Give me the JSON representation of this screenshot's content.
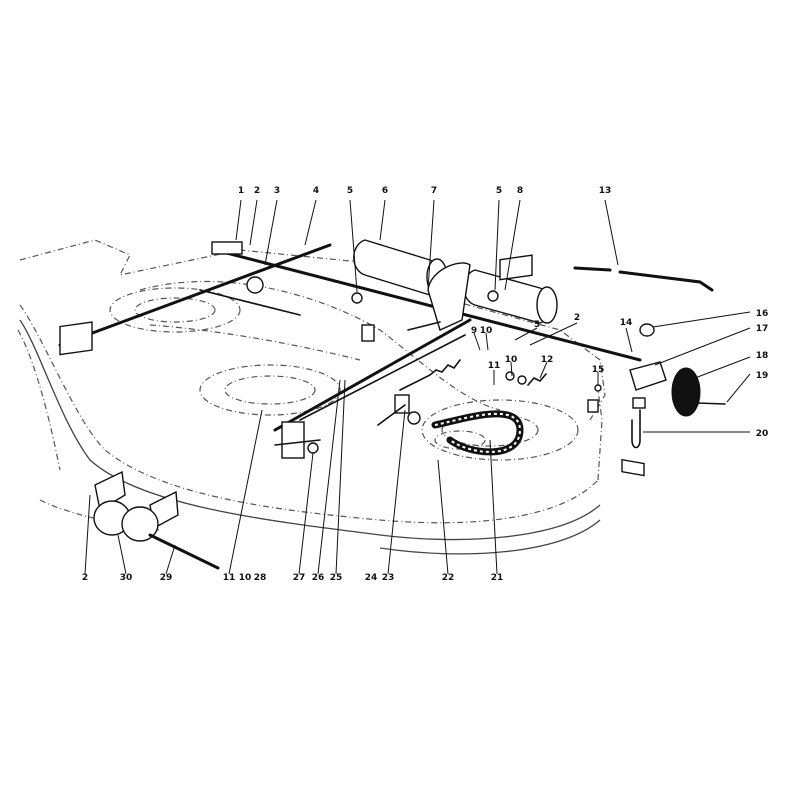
{
  "diagram": {
    "callouts": [
      {
        "label": "1"
      },
      {
        "label": "2"
      },
      {
        "label": "3"
      },
      {
        "label": "4"
      },
      {
        "label": "5"
      },
      {
        "label": "6"
      },
      {
        "label": "7"
      },
      {
        "label": "5"
      },
      {
        "label": "8"
      },
      {
        "label": "13"
      },
      {
        "label": "16"
      },
      {
        "label": "17"
      },
      {
        "label": "18"
      },
      {
        "label": "19"
      },
      {
        "label": "20"
      },
      {
        "label": "14"
      },
      {
        "label": "2"
      },
      {
        "label": "5"
      },
      {
        "label": "9"
      },
      {
        "label": "10"
      },
      {
        "label": "11"
      },
      {
        "label": "10"
      },
      {
        "label": "12"
      },
      {
        "label": "15"
      },
      {
        "label": "2"
      },
      {
        "label": "30"
      },
      {
        "label": "29"
      },
      {
        "label": "11"
      },
      {
        "label": "10"
      },
      {
        "label": "28"
      },
      {
        "label": "27"
      },
      {
        "label": "26"
      },
      {
        "label": "25"
      },
      {
        "label": "24"
      },
      {
        "label": "23"
      },
      {
        "label": "22"
      },
      {
        "label": "21"
      }
    ]
  }
}
